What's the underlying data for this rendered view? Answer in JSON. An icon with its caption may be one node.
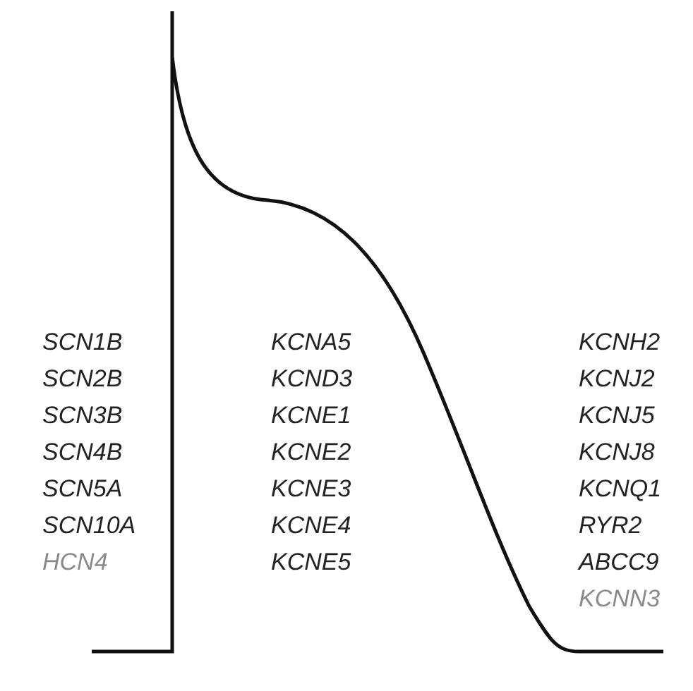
{
  "diagram": {
    "labels": [
      "SCN1B",
      "SCN2B",
      "SCN3B",
      "SCN4B",
      "SCN5A",
      "SCN10A",
      "HCN4",
      "KCNA5",
      "KCND3",
      "KCNE1",
      "KCNE2",
      "KCNE3",
      "KCNE4",
      "KCNE5",
      "KCNH2",
      "KCNJ2",
      "KCNJ5",
      "KCNJ8",
      "KCNQ1",
      "RYR2",
      "ABCC9",
      "KCNN3"
    ]
  }
}
